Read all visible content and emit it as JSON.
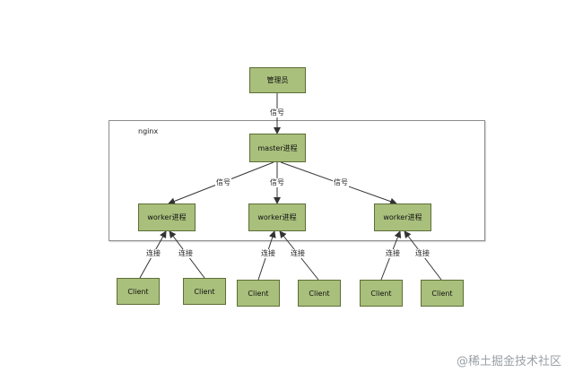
{
  "diagram": {
    "admin_label": "管理员",
    "group_title": "nginx",
    "master_label": "master进程",
    "workers": [
      "worker进程",
      "worker进程",
      "worker进程"
    ],
    "clients": [
      "Client",
      "Client",
      "Client",
      "Client",
      "Client",
      "Client"
    ],
    "signal_label": "信号",
    "connect_label": "连接",
    "colors": {
      "node_fill": "#a9bf7c",
      "node_border": "#5d6e36",
      "edge": "#333333"
    }
  },
  "watermark": "@稀土掘金技术社区"
}
